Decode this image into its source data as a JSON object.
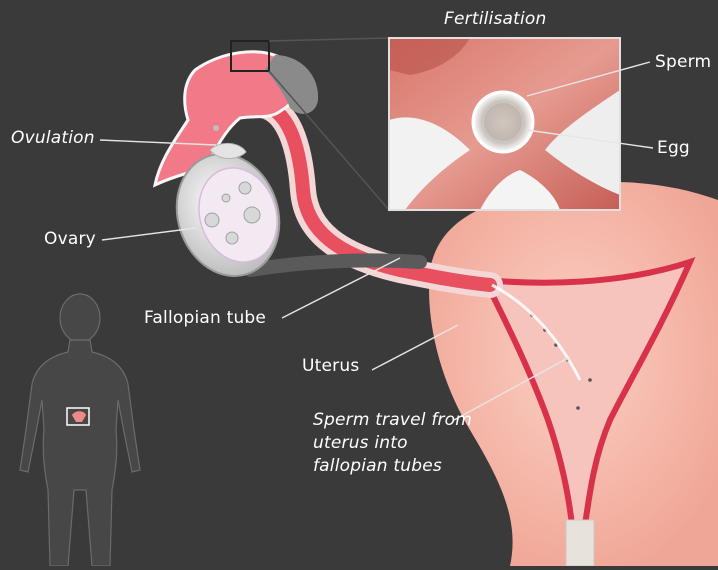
{
  "diagram": {
    "labels": {
      "fertilisation": "Fertilisation",
      "sperm": "Sperm",
      "egg": "Egg",
      "ovulation": "Ovulation",
      "ovary": "Ovary",
      "fallopian_tube": "Fallopian tube",
      "uterus": "Uterus",
      "sperm_travel": "Sperm travel from uterus into fallopian tubes"
    },
    "colors": {
      "background": "#3a3a3a",
      "tissue_pink": "#f4b6a8",
      "tube_red": "#e8505f",
      "ovary_white": "#ececec",
      "uterus_cavity": "#d8324a",
      "label_text": "#ffffff",
      "leader_line": "#e6e6e6"
    }
  }
}
